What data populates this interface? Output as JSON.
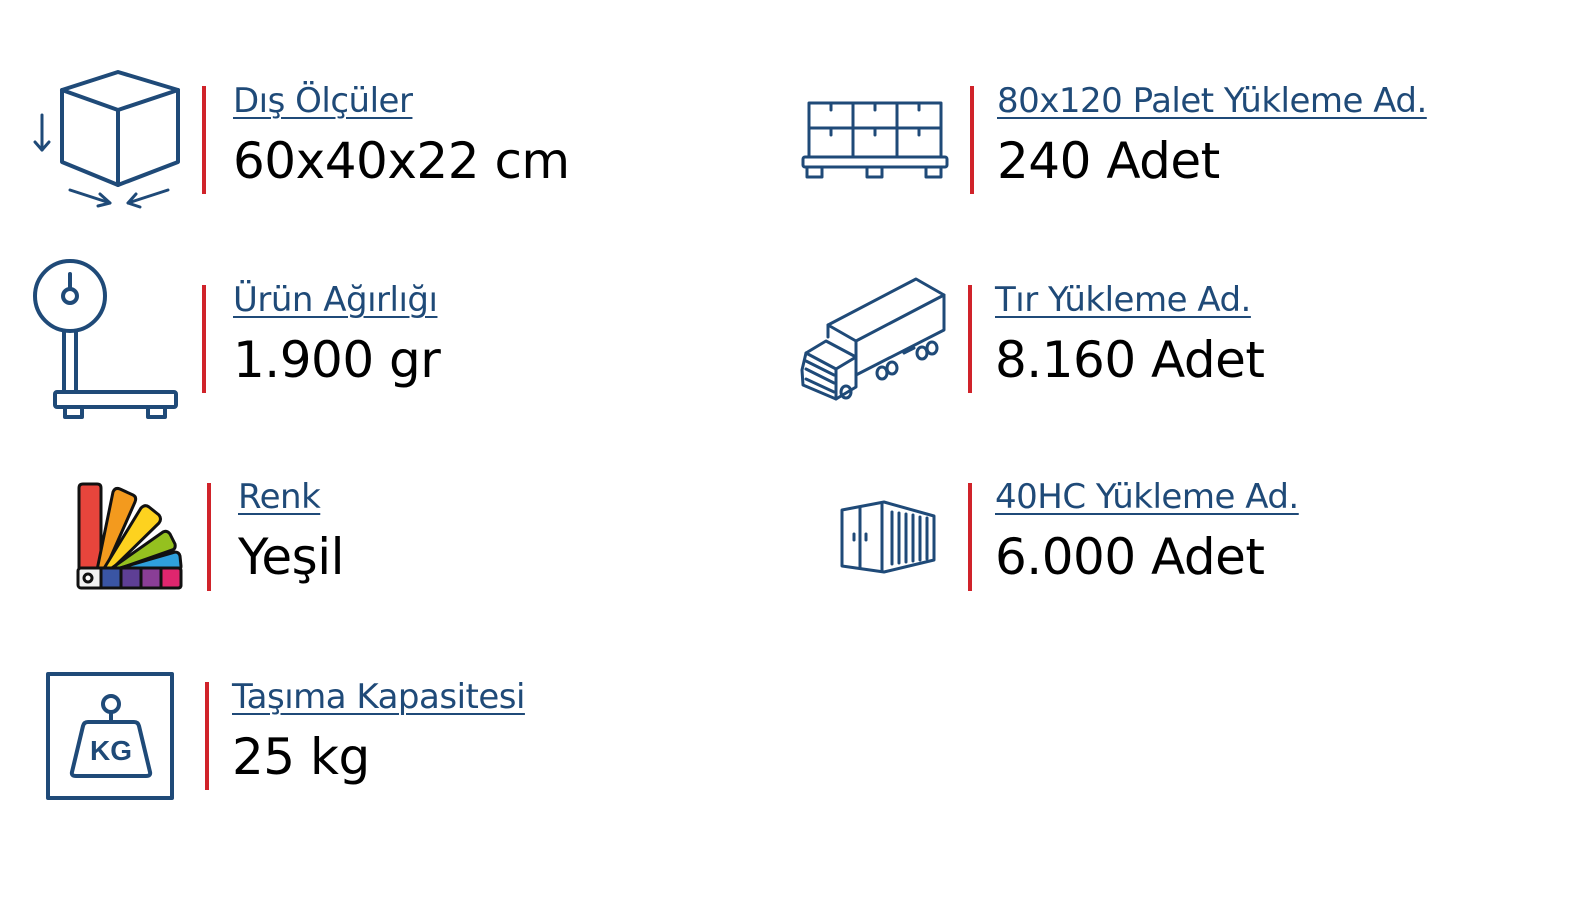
{
  "specs": [
    {
      "id": "dimensions",
      "icon": "box-dimensions-icon",
      "label": "Dış Ölçüler",
      "value": "60x40x22 cm"
    },
    {
      "id": "weight",
      "icon": "scale-icon",
      "label": "Ürün Ağırlığı",
      "value": "1.900 gr"
    },
    {
      "id": "color",
      "icon": "color-palette-icon",
      "label": "Renk",
      "value": "Yeşil"
    },
    {
      "id": "capacity",
      "icon": "kg-weight-icon",
      "label": "Taşıma Kapasitesi",
      "value": "25 kg"
    },
    {
      "id": "pallet",
      "icon": "pallet-icon",
      "label": "80x120 Palet Yükleme Ad.",
      "value": "240 Adet"
    },
    {
      "id": "truck",
      "icon": "truck-icon",
      "label": "Tır Yükleme Ad.",
      "value": "8.160 Adet"
    },
    {
      "id": "container",
      "icon": "container-icon",
      "label": "40HC Yükleme Ad.",
      "value": "6.000 Adet"
    }
  ],
  "colors": {
    "label": "#1f4a78",
    "divider": "#d0232a",
    "value": "#000000",
    "palette_swatches": [
      "#e8453c",
      "#f39a1e",
      "#fdd21f",
      "#95c11f",
      "#2fa0dc",
      "#3a55a4",
      "#5e3f95",
      "#8a3e96",
      "#e0266e"
    ]
  }
}
